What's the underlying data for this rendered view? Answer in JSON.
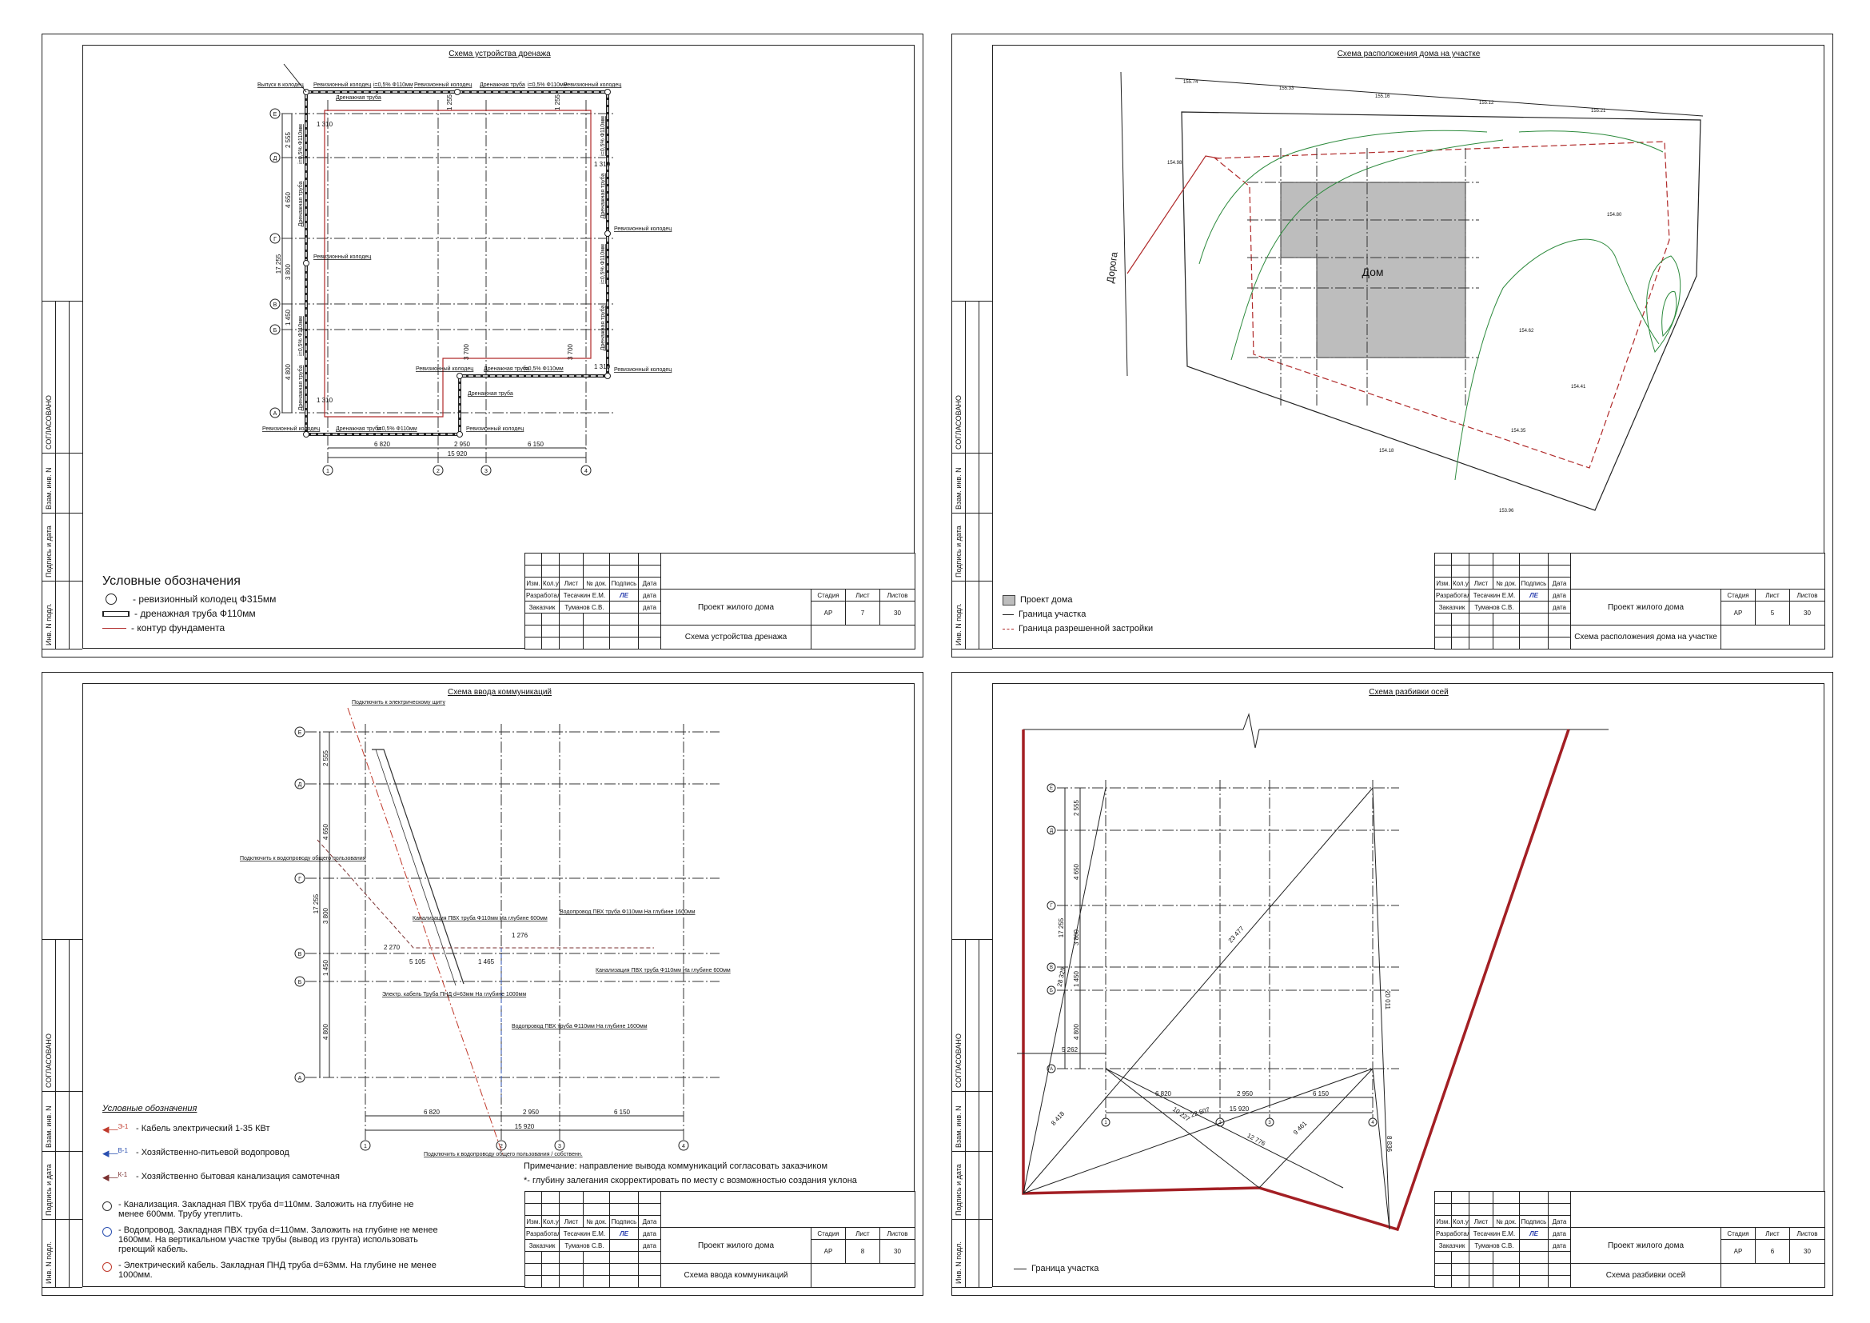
{
  "stamp": {
    "agreed": "СОГЛАСОВАНО",
    "replace": "Взам. инв. N",
    "sign_date": "Подпись и дата",
    "inv": "Инв. N подл."
  },
  "title_block_headers": {
    "izm": "Изм.",
    "kol": "Кол.уч",
    "list": "Лист",
    "doc": "№ док.",
    "sign": "Подпись",
    "date": "Дата",
    "developed": "Разработал",
    "customer": "Заказчик",
    "stage": "Стадия",
    "sheet": "Лист",
    "sheets": "Листов"
  },
  "sheets": [
    {
      "title": "Схема устройства дренажа",
      "developer": "Тесачкин Е.М.",
      "customer": "Туманов С.В.",
      "date": "дата",
      "project": "Проект жилого дома",
      "drawing": "Схема устройства дренажа",
      "stage": "АР",
      "sheet_no": "7",
      "sheets_total": "30",
      "signature": "ЛЕ"
    },
    {
      "title": "Схема расположения дома на участке",
      "developer": "Тесачкин Е.М.",
      "customer": "Туманов С.В.",
      "date": "дата",
      "project": "Проект жилого дома",
      "drawing": "Схема расположения дома на участке",
      "stage": "АР",
      "sheet_no": "5",
      "sheets_total": "30",
      "signature": "ЛЕ"
    },
    {
      "title": "Схема ввода коммуникаций",
      "developer": "Тесачкин Е.М.",
      "customer": "Туманов С.В.",
      "date": "дата",
      "project": "Проект жилого дома",
      "drawing": "Схема ввода коммуникаций",
      "stage": "АР",
      "sheet_no": "8",
      "sheets_total": "30",
      "signature": "ЛЕ"
    },
    {
      "title": "Схема разбивки осей",
      "developer": "Тесачкин Е.М.",
      "customer": "Туманов С.В.",
      "date": "дата",
      "project": "Проект жилого дома",
      "drawing": "Схема разбивки осей",
      "stage": "АР",
      "sheet_no": "6",
      "sheets_total": "30",
      "signature": "ЛЕ"
    }
  ],
  "axes": {
    "rows": [
      "Е",
      "Д",
      "Г",
      "В",
      "Б",
      "А"
    ],
    "cols": [
      "1",
      "2",
      "3",
      "4"
    ]
  },
  "dims": {
    "d2555": "2 555",
    "d4650": "4 650",
    "d3800": "3 800",
    "d1450": "1 450",
    "d4800": "4 800",
    "d17255": "17 255",
    "d6820": "6 820",
    "d2950": "2 950",
    "d6150": "6 150",
    "d15920": "15 920",
    "d1255": "1 255",
    "d1310": "1 310",
    "d3700": "3 700"
  },
  "drainage": {
    "manhole": "Ревизионный колодец",
    "pipe": "Дренажная труба",
    "slope": "i=0,5% Ф110мм",
    "outlet": "Выпуск в колодец",
    "legend_title": "Условные обозначения",
    "legend": [
      "- ревизионный колодец Ф315мм",
      "- дренажная труба Ф110мм",
      "- контур фундамента"
    ]
  },
  "site": {
    "house": "Дом",
    "road": "Дорога",
    "elevations": [
      "155.74",
      "155.33",
      "155.16",
      "155.12",
      "155.21",
      "154.98",
      "154.80",
      "154.62",
      "154.41",
      "154.35",
      "154.18",
      "153.96"
    ],
    "legend": [
      "Проект дома",
      "Граница участка",
      "Граница разрешенной застройки"
    ]
  },
  "utilities": {
    "connect_power": "Подключить к электрическому щиту",
    "connect_water": "Подключить к водопроводу общего пользования",
    "connect_sewer": "Подключить к водопроводу общего пользования / собственн.",
    "sewer_note": "Канализация ПВХ труба Ф110мм На глубине 600мм",
    "sewer_note2": "Канализация ПВХ труба Ф110мм На глубине 600мм",
    "cable_note": "Электр. кабель Труба ПНД d=63мм На глубине 1000мм",
    "water_note": "Водопровод ПВХ труба Ф110мм На глубине 1600мм",
    "e1": "Э-1",
    "v1": "В-1",
    "k1": "К-1",
    "legend_title": "Условные обозначения",
    "legend": [
      "- Кабель электрический 1-35 КВт",
      "- Хозяйственно-питьевой водопровод",
      "- Хозяйственно бытовая канализация самотечная"
    ],
    "circles": [
      "- Канализация. Закладная ПВХ труба d=110мм. Заложить на глубине не менее 600мм. Трубу утеплить.",
      "- Водопровод. Закладная ПВХ труба d=110мм. Заложить на глубине не менее 1600мм. На вертикальном участке трубы (вывод из грунта) использовать греющий кабель.",
      "- Электрический кабель. Закладная ПНД труба d=63мм. На глубине не менее 1000мм."
    ],
    "note1": "Примечание: направление вывода коммуникаций согласовать заказчиком",
    "note2": "*- глубину залегания скорректировать по месту с возможностью создания уклона",
    "d1276": "1 276",
    "d2270": "2 270",
    "d5105": "5 105",
    "d1465": "1 465"
  },
  "axes_layout": {
    "d5262": "5 262",
    "d23477": "23 477",
    "d8418": "8 418",
    "d10227": "10 227",
    "d22507": "22 507",
    "d12776": "12 776",
    "d9461": "9 461",
    "d20011": "20 011",
    "d8836": "8 836",
    "d28329": "28 329",
    "legend": "Граница участка"
  },
  "colors": {
    "foundation": "#b02a2a",
    "boundary": "#a31f24",
    "water": "#2a4fb0",
    "sewer": "#7a3030",
    "contour": "#2e8b3e",
    "house": "#bdbdbd"
  }
}
